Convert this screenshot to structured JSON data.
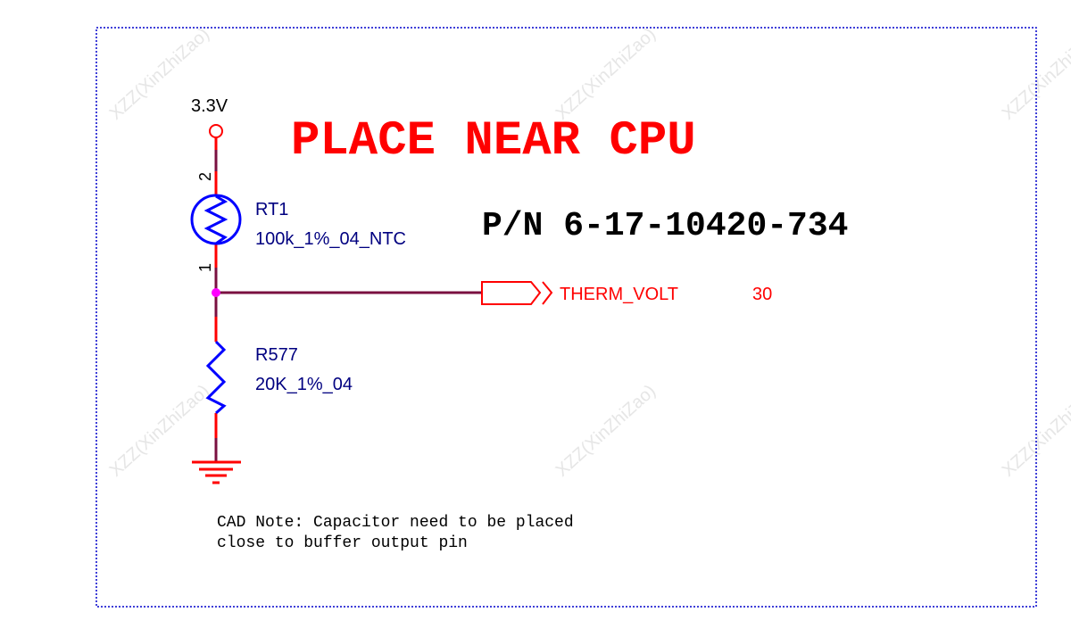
{
  "watermark": "XZZ(XinZhiZao)",
  "colors": {
    "wire": "#7a1040",
    "pin": "#ff0000",
    "component": "#0000ff",
    "label": "#000080",
    "junction": "#ff00ff",
    "title": "#ff0000",
    "border": "#0000cc"
  },
  "power": {
    "label": "3.3V"
  },
  "title": "PLACE NEAR CPU",
  "part_number": "P/N 6-17-10420-734",
  "rt1": {
    "designator": "RT1",
    "value": "100k_1%_04_NTC",
    "pin_top": "2",
    "pin_bottom": "1"
  },
  "r577": {
    "designator": "R577",
    "value": "20K_1%_04"
  },
  "net_port": {
    "name": "THERM_VOLT",
    "page_ref": "30"
  },
  "cad_note": {
    "line1": "CAD Note: Capacitor need to be placed",
    "line2": "close to buffer output pin"
  }
}
